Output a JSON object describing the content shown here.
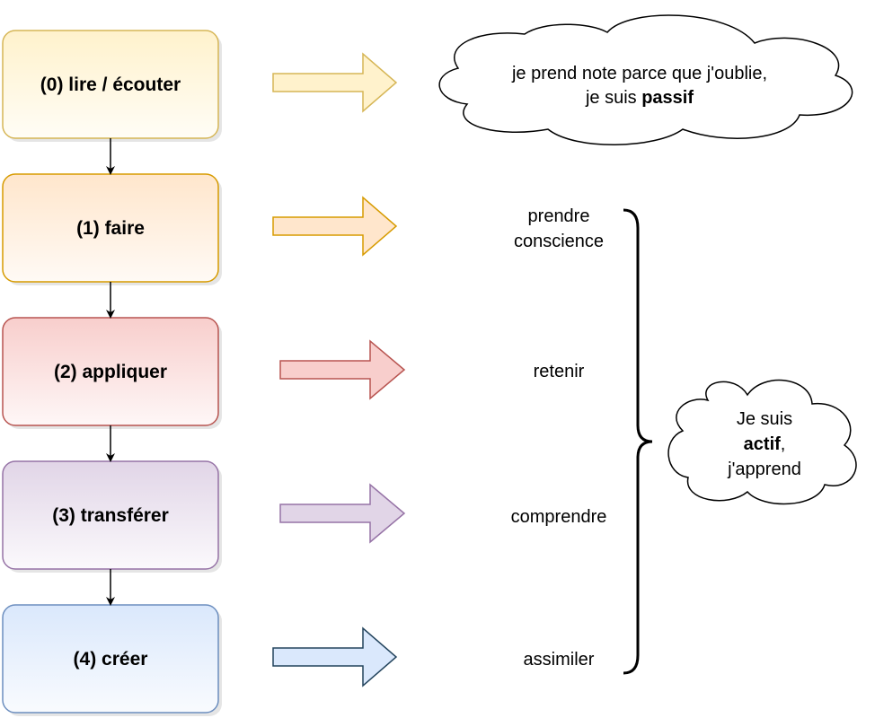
{
  "steps": [
    {
      "label": "(0) lire / écouter",
      "fill": "#fff2cc",
      "stroke": "#d6b656"
    },
    {
      "label": "(1) faire",
      "fill": "#ffe6cc",
      "stroke": "#d79b00"
    },
    {
      "label": "(2) appliquer",
      "fill": "#f8cecc",
      "stroke": "#b85450"
    },
    {
      "label": "(3) transférer",
      "fill": "#e1d5e7",
      "stroke": "#9673a6"
    },
    {
      "label": "(4) créer",
      "fill": "#dae8fc",
      "stroke": "#6c8ebf"
    }
  ],
  "outcomes": {
    "prendre_line1": "prendre",
    "prendre_line2": "conscience",
    "retenir": "retenir",
    "comprendre": "comprendre",
    "assimiler": "assimiler"
  },
  "passive_cloud": {
    "line1": "je prend note parce que j'oublie,",
    "line2_prefix": "je suis ",
    "line2_bold": "passif"
  },
  "active_cloud": {
    "line1": "Je suis",
    "line2_bold": "actif",
    "line2_suffix": ",",
    "line3": "j'apprend"
  }
}
